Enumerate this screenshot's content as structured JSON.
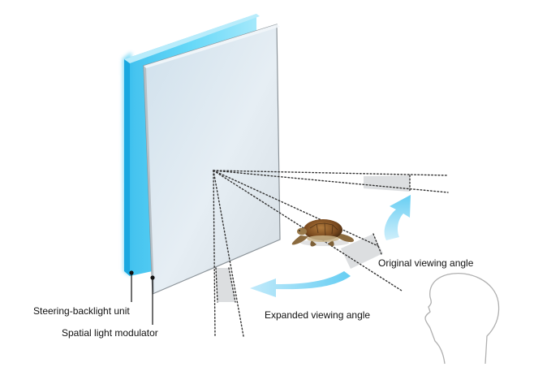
{
  "labels": {
    "steering_backlight": "Steering-backlight unit",
    "spatial_light_modulator": "Spatial light modulator",
    "original_viewing_angle": "Original viewing angle",
    "expanded_viewing_angle": "Expanded viewing angle"
  },
  "colors": {
    "backlight": "#3fc6f0",
    "backlight_edge": "#1aa8e0",
    "modulator_fill": "#dfe9f1",
    "modulator_edge": "#8c949a",
    "arrow": "#7fd4f4",
    "viewing_zone": "#d6d8da",
    "dotted_line": "#333333",
    "head_outline": "#b0b0b0"
  },
  "icons": {
    "turtle": "turtle-icon",
    "head": "human-head-icon"
  }
}
